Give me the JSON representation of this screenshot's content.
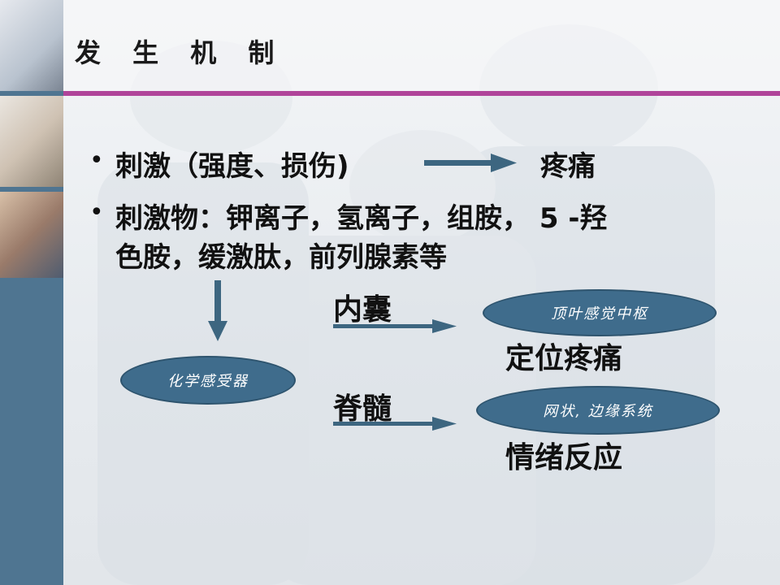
{
  "slide": {
    "title": "发 生 机 制"
  },
  "bullets": [
    {
      "text_left": "刺激（强度、损伤)",
      "text_right": "疼痛"
    },
    {
      "line1": "刺激物：钾离子，氢离子，组胺， 5 -羟",
      "line2": "色胺，缓激肽，前列腺素等"
    }
  ],
  "diagram": {
    "receptor": "化学感受器",
    "path_upper_label": "内囊",
    "path_lower_label": "脊髓",
    "upper_target": "顶叶感觉中枢",
    "upper_result": "定位疼痛",
    "lower_target": "网状, 边缘系统",
    "lower_result": "情绪反应"
  },
  "colors": {
    "left_bar": "#4f7591",
    "title_rule": "#b0449a",
    "ellipse_fill": "#3f6c8c",
    "arrow_fill": "#3d6680"
  }
}
